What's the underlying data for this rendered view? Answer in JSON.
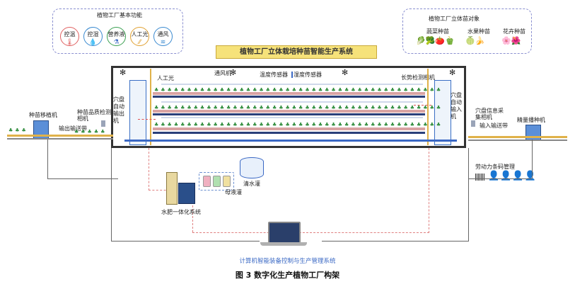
{
  "basic_functions": {
    "title": "植物工厂基本功能",
    "items": [
      "控温",
      "控湿",
      "营养液",
      "人工光",
      "通风"
    ]
  },
  "seedling_targets": {
    "title": "植物工厂立体苗对象",
    "categories": [
      "蔬菜种苗",
      "水果种苗",
      "花卉种苗"
    ]
  },
  "system_title": "植物工厂立体栽培种苗智能生产系统",
  "labels": {
    "artificial_light": "人工光",
    "ventilator": "通风机",
    "temp_sensor": "温度传感器",
    "humidity_sensor": "湿度传感器",
    "growth_camera": "长势检测相机",
    "tray_out": "穴盘自动输出机",
    "tray_in": "穴盘自动输入机",
    "seedling_transplanter": "种苗移植机",
    "quality_camera": "种苗品质检测相机",
    "output_conveyor": "输出输送带",
    "tray_info_camera": "穴盘信息采集相机",
    "input_conveyor": "输入输送带",
    "precision_seeder": "精量播种机",
    "labor_barcode": "劳动力条码管理",
    "clean_water_tank": "清水灌",
    "mother_liquor_tank": "母液灌",
    "fertigation_system": "水肥一体化系统"
  },
  "control_system": "计算机智能装备控制与生产管理系统",
  "figure_caption": "图 3  数字化生产植物工厂构架",
  "colors": {
    "frame": "#333333",
    "accent_blue": "#3a68c4",
    "banner": "#f6e27a",
    "dashed_red": "#e08080",
    "shelf": "#2a3f7a"
  }
}
